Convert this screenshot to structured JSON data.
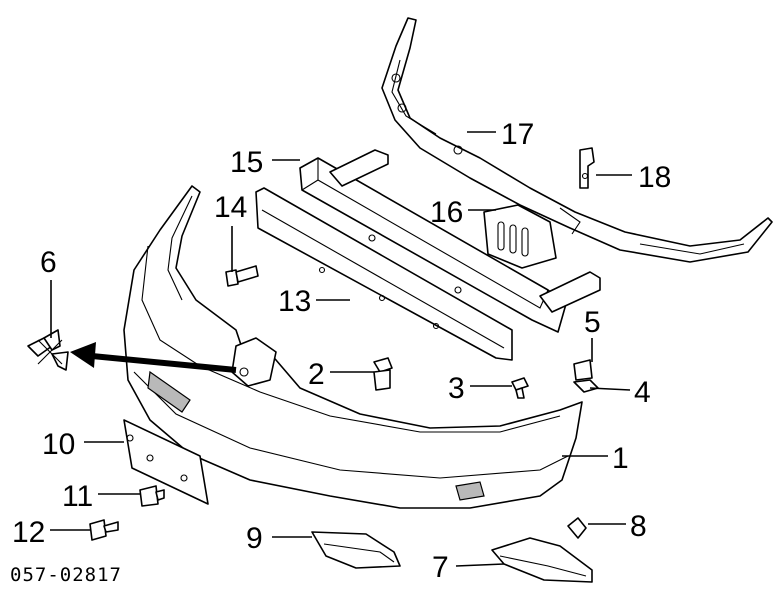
{
  "diagram_code": "057-02817",
  "callouts": [
    "1",
    "2",
    "3",
    "4",
    "5",
    "6",
    "7",
    "8",
    "9",
    "10",
    "11",
    "12",
    "13",
    "14",
    "15",
    "16",
    "17",
    "18"
  ]
}
